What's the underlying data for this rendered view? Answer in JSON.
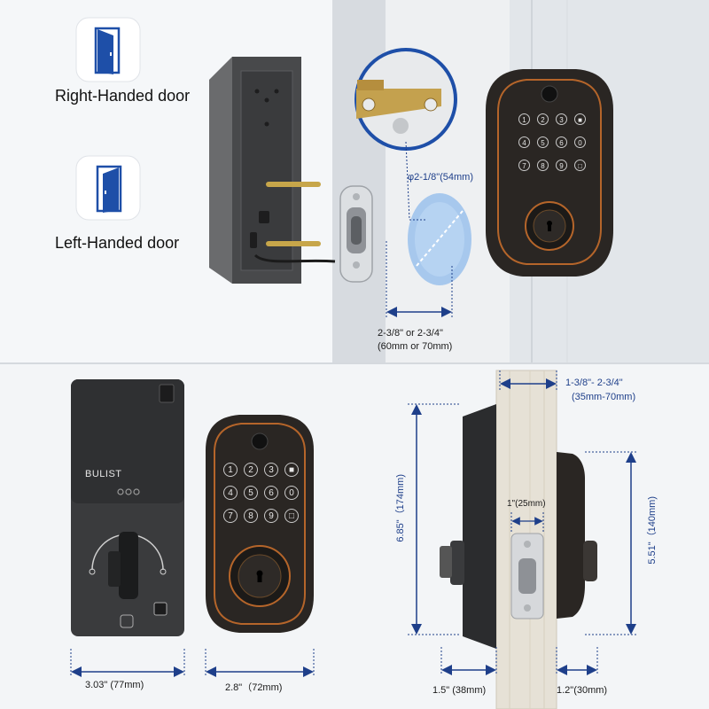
{
  "door_labels": {
    "right": "Right-Handed door",
    "left": "Left-Handed door"
  },
  "dimensions": {
    "hole_diameter": "φ2-1/8\"(54mm)",
    "backset_line1": "2-3/8\" or 2-3/4\"",
    "backset_line2": "(60mm or 70mm)",
    "door_thickness_line1": "1-3/8\"- 2-3/4\"",
    "door_thickness_line2": "(35mm-70mm)",
    "interior_height": "6.85\"（174mm)",
    "exterior_height": "5.51\"（140mm)",
    "latch_width": "1\"(25mm)",
    "interior_width": "3.03\" (77mm)",
    "exterior_width": "2.8\"（72mm)",
    "interior_depth": "1.5\" (38mm)",
    "exterior_depth": "1.2\"(30mm)"
  },
  "brand": "BULIST",
  "keypad_keys": [
    "1",
    "2",
    "3",
    "4",
    "5",
    "6",
    "7",
    "8",
    "9"
  ],
  "colors": {
    "accent_blue": "#1e4fa8",
    "dim_blue": "#1e3f8a",
    "lock_body": "#2a2623",
    "copper_trim": "#b5652a",
    "interior_body": "#3a3b3d"
  }
}
